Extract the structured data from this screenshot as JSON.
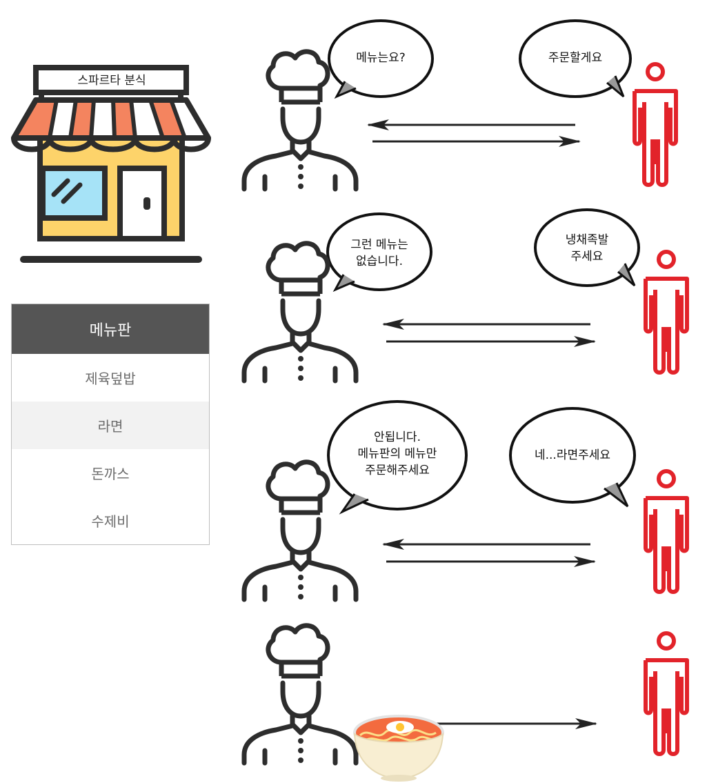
{
  "shop": {
    "sign": "스파르타 분식",
    "colors": {
      "awning_orange": "#f4845f",
      "wall": "#fdd36a",
      "window": "#a6e3f7",
      "outline": "#2d2d2d"
    }
  },
  "menu_board": {
    "title": "메뉴판",
    "items": [
      "제육덮밥",
      "라면",
      "돈까스",
      "수제비"
    ]
  },
  "scenes": [
    {
      "chef_says": "메뉴는요?",
      "customer_says": "주문할게요"
    },
    {
      "chef_says": "그런 메뉴는\n없습니다.",
      "customer_says": "냉채족발\n주세요"
    },
    {
      "chef_says": "안됩니다.\n메뉴판의 메뉴만\n주문해주세요",
      "customer_says": "네...라면주세요"
    },
    {
      "result_item": "ramen-bowl"
    }
  ],
  "colors": {
    "chef": "#2d2d2d",
    "customer": "#e2232a",
    "arrow": "#222222"
  }
}
